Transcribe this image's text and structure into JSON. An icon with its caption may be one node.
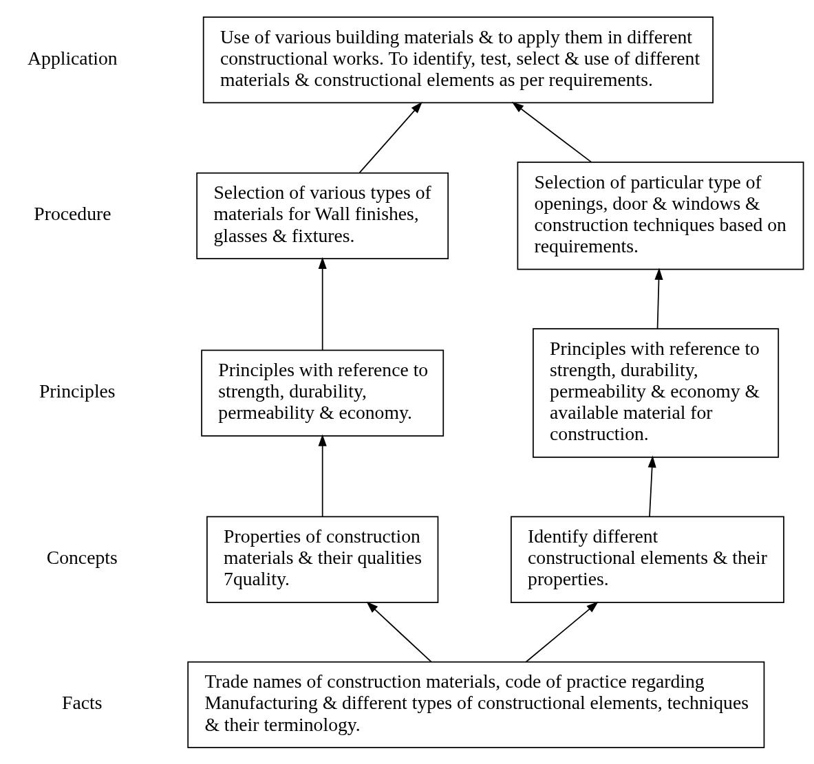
{
  "diagram": {
    "nodes": [
      {
        "text": [
          "Use of various building materials & to apply them in different constructional works. To identify, test, select & use of different materials & constructional elements as per requirements."
        ]
      },
      {
        "text": [
          "Selection of various types of materials for Wall finishes, glasses & fixtures."
        ]
      },
      {
        "text": [
          "Selection of particular type of openings, door & windows & construction techniques based on requirements."
        ]
      },
      {
        "text": [
          "Principles with reference to strength, durability, permeability & economy."
        ]
      },
      {
        "text": [
          "Principles with reference to strength, durability, permeability & economy & available material for construction."
        ]
      },
      {
        "text": [
          "Properties of construction materials & their qualities 7quality."
        ]
      },
      {
        "text": [
          "Identify different constructional elements & their properties."
        ]
      },
      {
        "text": [
          "Trade names of construction materials, code of practice regarding Manufacturing & different types of constructional elements, techniques & their terminology."
        ]
      }
    ],
    "edges": [
      {
        "from": 7,
        "to": 5,
        "arrow": "to"
      },
      {
        "from": 7,
        "to": 6,
        "arrow": "to"
      },
      {
        "from": 5,
        "to": 3,
        "arrow": "to"
      },
      {
        "from": 6,
        "to": 4,
        "arrow": "to"
      },
      {
        "from": 3,
        "to": 1,
        "arrow": "to"
      },
      {
        "from": 4,
        "to": 2,
        "arrow": "to"
      },
      {
        "from": 1,
        "to": 0,
        "arrow": "to"
      },
      {
        "from": 2,
        "to": 0,
        "arrow": "to"
      }
    ],
    "labels": [
      "Application",
      "Procedure",
      "Principles",
      "Concepts",
      "Facts"
    ]
  }
}
